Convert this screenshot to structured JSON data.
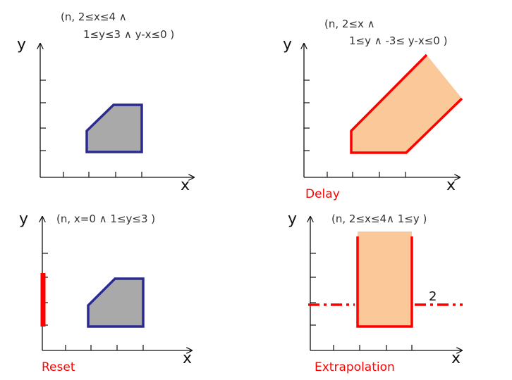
{
  "colors": {
    "axis": "#111111",
    "gray_fill": "#a9a9a9",
    "navy_stroke": "#2b2b8f",
    "peach_fill": "#fbc899",
    "red": "#ff0000",
    "text": "#333333"
  },
  "panels": {
    "top_left": {
      "axis_y": "y",
      "axis_x": "x",
      "formula_line1": "(n,  2≤x≤4 ∧",
      "formula_line2": "1≤y≤3 ∧ y-x≤0  )"
    },
    "top_right": {
      "axis_y": "y",
      "axis_x": "x",
      "formula_line1": "(n,  2≤x ∧",
      "formula_line2": "1≤y ∧  -3≤ y-x≤0  )",
      "caption": "Delay"
    },
    "bottom_left": {
      "axis_y": "y",
      "axis_x": "x",
      "formula_line1": "(n,  x=0 ∧ 1≤y≤3  )",
      "caption": "Reset"
    },
    "bottom_right": {
      "axis_y": "y",
      "axis_x": "x",
      "formula_line1": "(n,  2≤x≤4∧ 1≤y   )",
      "caption": "Extrapolation",
      "threshold_label": "2"
    }
  }
}
